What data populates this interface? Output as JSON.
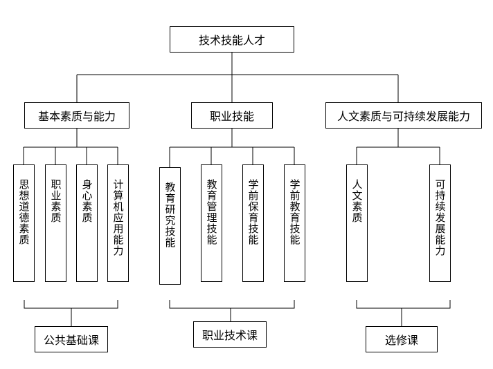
{
  "root": {
    "label": "技术技能人才"
  },
  "branches": [
    {
      "label": "基本素质与能力",
      "leaves": [
        "思想道德素质",
        "职业素质",
        "身心素质",
        "计算机应用能力"
      ],
      "course": "公共基础课"
    },
    {
      "label": "职业技能",
      "leaves": [
        "教育研究技能",
        "教育管理技能",
        "学前保育技能",
        "学前教育技能"
      ],
      "course": "职业技术课"
    },
    {
      "label": "人文素质与可持续发展能力",
      "leaves": [
        "人文素质",
        "可持续发展能力"
      ],
      "course": "选修课"
    }
  ]
}
